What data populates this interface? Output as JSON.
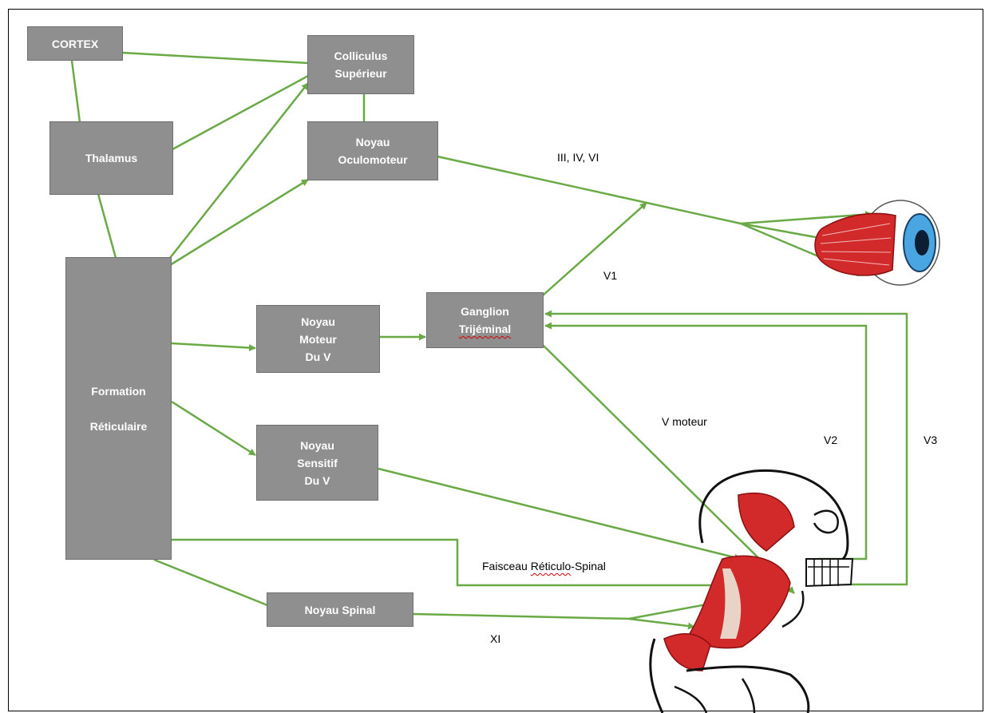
{
  "boxes": {
    "cortex": "CORTEX",
    "colliculus": "Colliculus\nSupérieur",
    "thalamus": "Thalamus",
    "oculomoteur": "Noyau\nOculomoteur",
    "formation_line1": "Formation",
    "formation_line2": "Réticulaire",
    "moteur_v": "Noyau\nMoteur\nDu V",
    "ganglion_line1": "Ganglion",
    "ganglion_line2": "Trijéminal",
    "sensitif_v": "Noyau\nSensitif\nDu V",
    "spinal": "Noyau Spinal"
  },
  "labels": {
    "nerves_iii_iv_vi": "III, IV, VI",
    "v1": "V1",
    "v_moteur": "V moteur",
    "v2": "V2",
    "v3": "V3",
    "faisceau_prefix": "Faisceau ",
    "faisceau_squig": "Réticulo",
    "faisceau_suffix": "-Spinal",
    "xi": "XI"
  },
  "colors": {
    "box_fill": "#8f8f8f",
    "connection": "#6aaa46",
    "muscle": "#d22a2a"
  },
  "icons": {
    "eye": "eye-with-muscles-illustration",
    "head": "skull-neck-muscles-illustration"
  }
}
